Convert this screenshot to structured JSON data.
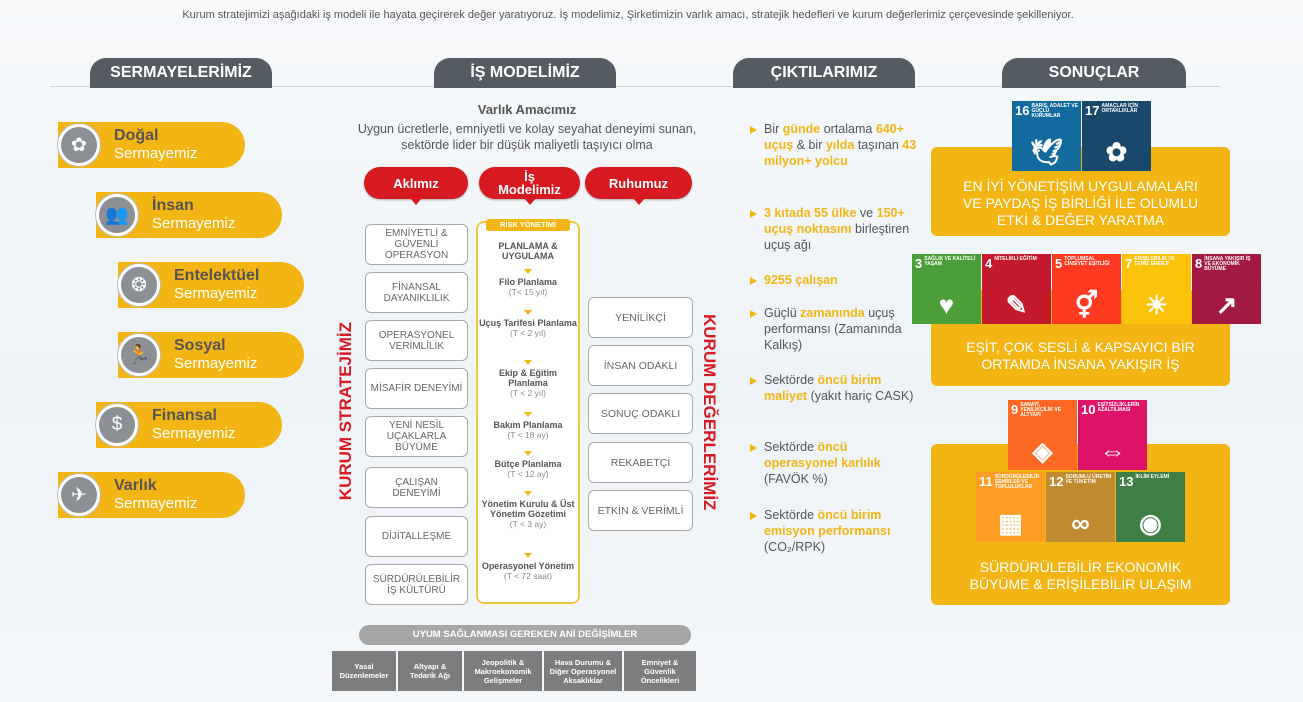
{
  "intro": "Kurum stratejimizi aşağıdaki iş modeli ile hayata geçirerek değer yaratıyoruz. İş modelimiz, Şirketimizin varlık amacı, stratejik hedefleri ve kurum değerlerimiz çerçevesinde şekilleniyor.",
  "headers": {
    "capitals": "SERMAYELERİMİZ",
    "model": "İŞ MODELİMİZ",
    "outputs": "ÇIKTILARIMIZ",
    "results": "SONUÇLAR"
  },
  "capitals": [
    {
      "t1": "Doğal",
      "t2": "Sermayemiz",
      "icon": "flower-icon"
    },
    {
      "t1": "İnsan",
      "t2": "Sermayemiz",
      "icon": "people-icon"
    },
    {
      "t1": "Entelektüel",
      "t2": "Sermayemiz",
      "icon": "brain-icon"
    },
    {
      "t1": "Sosyal",
      "t2": "Sermayemiz",
      "icon": "running-person-icon"
    },
    {
      "t1": "Finansal",
      "t2": "Sermayemiz",
      "icon": "money-plant-icon"
    },
    {
      "t1": "Varlık",
      "t2": "Sermayemiz",
      "icon": "airplane-icon"
    }
  ],
  "purpose": {
    "title": "Varlık Amacımız",
    "text": "Uygun ücretlerle, emniyetli ve kolay seyahat deneyimi sunan, sektörde lider bir düşük maliyetli taşıyıcı olma"
  },
  "tags": {
    "mind": "Aklımız",
    "model": "İş Modelimiz",
    "spirit": "Ruhumuz"
  },
  "strategy_label": "KURUM STRATEJİMİZ",
  "values_label": "KURUM DEĞERLERİMİZ",
  "strategy": [
    "EMNİYETLİ & GÜVENLİ OPERASYON",
    "FİNANSAL DAYANIKLILIK",
    "OPERASYONEL VERİMLİLİK",
    "MİSAFİR DENEYİMİ",
    "YENİ NESİL UÇAKLARLA BÜYÜME",
    "ÇALIŞAN DENEYİMİ",
    "DİJİTALLEŞME",
    "SÜRDÜRÜLEBİLİR İŞ KÜLTÜRÜ"
  ],
  "values": [
    "YENİLİKÇİ",
    "İNSAN ODAKLI",
    "SONUÇ ODAKLI",
    "REKABETÇİ",
    "ETKİN & VERİMLİ"
  ],
  "risk": "RİSK YÖNETİMİ",
  "steps": [
    {
      "name": "PLANLAMA & UYGULAMA",
      "sub": ""
    },
    {
      "name": "Filo Planlama",
      "sub": "(T< 15 yıl)"
    },
    {
      "name": "Uçuş Tarifesi Planlama",
      "sub": "(T < 2 yıl)"
    },
    {
      "name": "Ekip & Eğitim Planlama",
      "sub": "(T < 2 yıl)"
    },
    {
      "name": "Bakım Planlama",
      "sub": "(T < 18 ay)"
    },
    {
      "name": "Bütçe Planlama",
      "sub": "(T < 12 ay)"
    },
    {
      "name": "Yönetim Kurulu & Üst Yönetim Gözetimi",
      "sub": "(T < 3 ay)"
    },
    {
      "name": "Operasyonel Yönetim",
      "sub": "(T < 72 saat)"
    }
  ],
  "adapt": "UYUM SAĞLANMASI GEREKEN ANİ DEĞİŞİMLER",
  "changes": [
    "Yasal Düzenlemeler",
    "Altyapı & Tedarik Ağı",
    "Jeopolitik & Makroekonomik Gelişmeler",
    "Hava Durumu & Diğer Operasyonel Aksaklıklar",
    "Emniyet & Güvenlik Öncelikleri"
  ],
  "outputs": [
    [
      {
        "t": "Bir "
      },
      {
        "t": "günde",
        "h": 1
      },
      {
        "t": " ortalama "
      },
      {
        "t": "640+ uçuş",
        "h": 1
      },
      {
        "t": " & bir "
      },
      {
        "t": "yılda",
        "h": 1
      },
      {
        "t": " taşınan "
      },
      {
        "t": "43 milyon+ yolcu",
        "h": 1
      }
    ],
    [
      {
        "t": "3 kıtada 55 ülke",
        "h": 1
      },
      {
        "t": " ve "
      },
      {
        "t": "150+ uçuş noktasını",
        "h": 1
      },
      {
        "t": " birleştiren uçuş ağı"
      }
    ],
    [
      {
        "t": "9255 çalışan",
        "h": 1
      }
    ],
    [
      {
        "t": "Güçlü "
      },
      {
        "t": "zamanında",
        "h": 1
      },
      {
        "t": " uçuş performansı (Zamanında Kalkış)"
      }
    ],
    [
      {
        "t": "Sektörde "
      },
      {
        "t": "öncü birim maliyet",
        "h": 1
      },
      {
        "t": " (yakıt hariç CASK)"
      }
    ],
    [
      {
        "t": "Sektörde "
      },
      {
        "t": "öncü operasyonel karlılık",
        "h": 1
      },
      {
        "t": " (FAVÖK %)"
      }
    ],
    [
      {
        "t": "Sektörde "
      },
      {
        "t": "öncü birim emisyon performansı",
        "h": 1
      },
      {
        "t": " (CO₂/RPK)"
      }
    ]
  ],
  "results": [
    "EN İYİ YÖNETİŞİM UYGULAMALARI VE PAYDAŞ İŞ BİRLİĞİ İLE OLUMLU ETKİ & DEĞER YARATMA",
    "EŞİT, ÇOK SESLİ & KAPSAYICI BİR ORTAMDA İNSANA YAKIŞIR İŞ",
    "SÜRDÜRÜLEBİLİR EKONOMİK BÜYÜME & ERİŞİLEBİLİR ULAŞIM"
  ],
  "sdgs": [
    {
      "n": "16",
      "t": "BARIŞ, ADALET VE GÜÇLÜ KURUMLAR",
      "color": "#126a9f",
      "icon": "dove-gavel-icon",
      "g": "🕊"
    },
    {
      "n": "17",
      "t": "AMAÇLAR İÇİN ORTAKLIKLAR",
      "color": "#19486a",
      "icon": "rings-icon",
      "g": "✿"
    },
    {
      "n": "3",
      "t": "SAĞLIK VE KALİTELİ YAŞAM",
      "color": "#4c9f38",
      "icon": "heartbeat-icon",
      "g": "♥"
    },
    {
      "n": "4",
      "t": "NİTELİKLİ EĞİTİM",
      "color": "#c5192d",
      "icon": "book-icon",
      "g": "✎"
    },
    {
      "n": "5",
      "t": "TOPLUMSAL CİNSİYET EŞİTLİĞİ",
      "color": "#ff3a21",
      "icon": "gender-icon",
      "g": "⚥"
    },
    {
      "n": "7",
      "t": "ERİŞİLEBİLİR VE TEMİZ ENERJİ",
      "color": "#fcc30b",
      "icon": "sun-icon",
      "g": "☀"
    },
    {
      "n": "8",
      "t": "İNSANA YAKIŞIR İŞ VE EKONOMİK BÜYÜME",
      "color": "#a21942",
      "icon": "growth-chart-icon",
      "g": "↗"
    },
    {
      "n": "9",
      "t": "SANAYİ, YENİLİKÇİLİK VE ALTYAPI",
      "color": "#fd6925",
      "icon": "cubes-icon",
      "g": "◈"
    },
    {
      "n": "10",
      "t": "EŞİTSİZLİKLERİN AZALTILMASI",
      "color": "#dd1367",
      "icon": "equality-icon",
      "g": "⇔"
    },
    {
      "n": "11",
      "t": "SÜRDÜRÜLEBİLİR ŞEHİRLER VE TOPLULUKLAR",
      "color": "#fd9d24",
      "icon": "city-icon",
      "g": "▦"
    },
    {
      "n": "12",
      "t": "SORUMLU ÜRETİM VE TÜKETİM",
      "color": "#bf8b2e",
      "icon": "infinity-icon",
      "g": "∞"
    },
    {
      "n": "13",
      "t": "İKLİM EYLEMİ",
      "color": "#3f7e44",
      "icon": "eye-globe-icon",
      "g": "◉"
    }
  ]
}
